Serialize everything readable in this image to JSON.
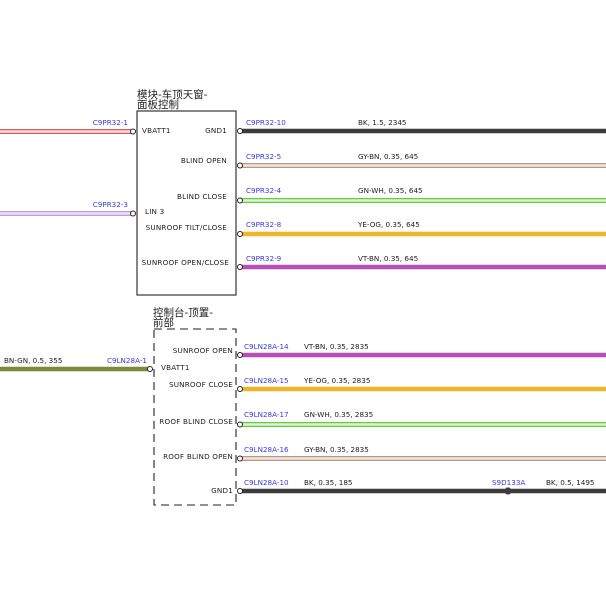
{
  "colors": {
    "BK": "#3c3c3c",
    "GY-BN": "#b99a82",
    "GN-WH": "#66cc3f",
    "YE-OG": "#ecb62c",
    "VT-BN": "#b650b6",
    "BN-GN": "#7d8a3a",
    "RD-WH": "#e05454",
    "VT-WH": "#c49ae6",
    "connector_text": "#3a3adf"
  },
  "modules": [
    {
      "title_lines": [
        "模块-车顶天窗-",
        "面板控制"
      ],
      "style": "solid",
      "left_pins": [
        {
          "label": "VBATT1",
          "connector": "C9PR32-1",
          "wire_color": "RD-WH"
        },
        {
          "label": "LIN 3",
          "connector": "C9PR32-3",
          "wire_color": "VT-WH"
        }
      ],
      "right_pins": [
        {
          "label": "GND1",
          "connector": "C9PR32-10",
          "spec": "BK, 1.5, 2345",
          "wire_color": "BK"
        },
        {
          "label": "BLIND OPEN",
          "connector": "C9PR32-5",
          "spec": "GY-BN, 0.35, 645",
          "wire_color": "GY-BN"
        },
        {
          "label": "BLIND CLOSE",
          "connector": "C9PR32-4",
          "spec": "GN-WH, 0.35, 645",
          "wire_color": "GN-WH"
        },
        {
          "label": "SUNROOF TILT/CLOSE",
          "connector": "C9PR32-8",
          "spec": "YE-OG, 0.35, 645",
          "wire_color": "YE-OG"
        },
        {
          "label": "SUNROOF OPEN/CLOSE",
          "connector": "C9PR32-9",
          "spec": "VT-BN, 0.35, 645",
          "wire_color": "VT-BN"
        }
      ]
    },
    {
      "title_lines": [
        "控制台-顶置-",
        "前部"
      ],
      "style": "dashed",
      "left_pins": [
        {
          "label": "VBATT1",
          "connector": "C9LN28A-1",
          "spec": "BN-GN, 0.5, 355",
          "wire_color": "BN-GN"
        }
      ],
      "right_pins": [
        {
          "label": "SUNROOF OPEN",
          "connector": "C9LN28A-14",
          "spec": "VT-BN, 0.35, 2835",
          "wire_color": "VT-BN"
        },
        {
          "label": "SUNROOF CLOSE",
          "connector": "C9LN28A-15",
          "spec": "YE-OG, 0.35, 2835",
          "wire_color": "YE-OG"
        },
        {
          "label": "ROOF BLIND CLOSE",
          "connector": "C9LN28A-17",
          "spec": "GN-WH, 0.35, 2835",
          "wire_color": "GN-WH"
        },
        {
          "label": "ROOF BLIND OPEN",
          "connector": "C9LN28A-16",
          "spec": "GY-BN, 0.35, 2835",
          "wire_color": "GY-BN"
        },
        {
          "label": "GND1",
          "connector": "C9LN28A-10",
          "spec": "BK, 0.35, 185",
          "wire_color": "BK",
          "splice": {
            "connector": "S9D133A",
            "spec": "BK, 0.5, 1495"
          }
        }
      ]
    }
  ]
}
